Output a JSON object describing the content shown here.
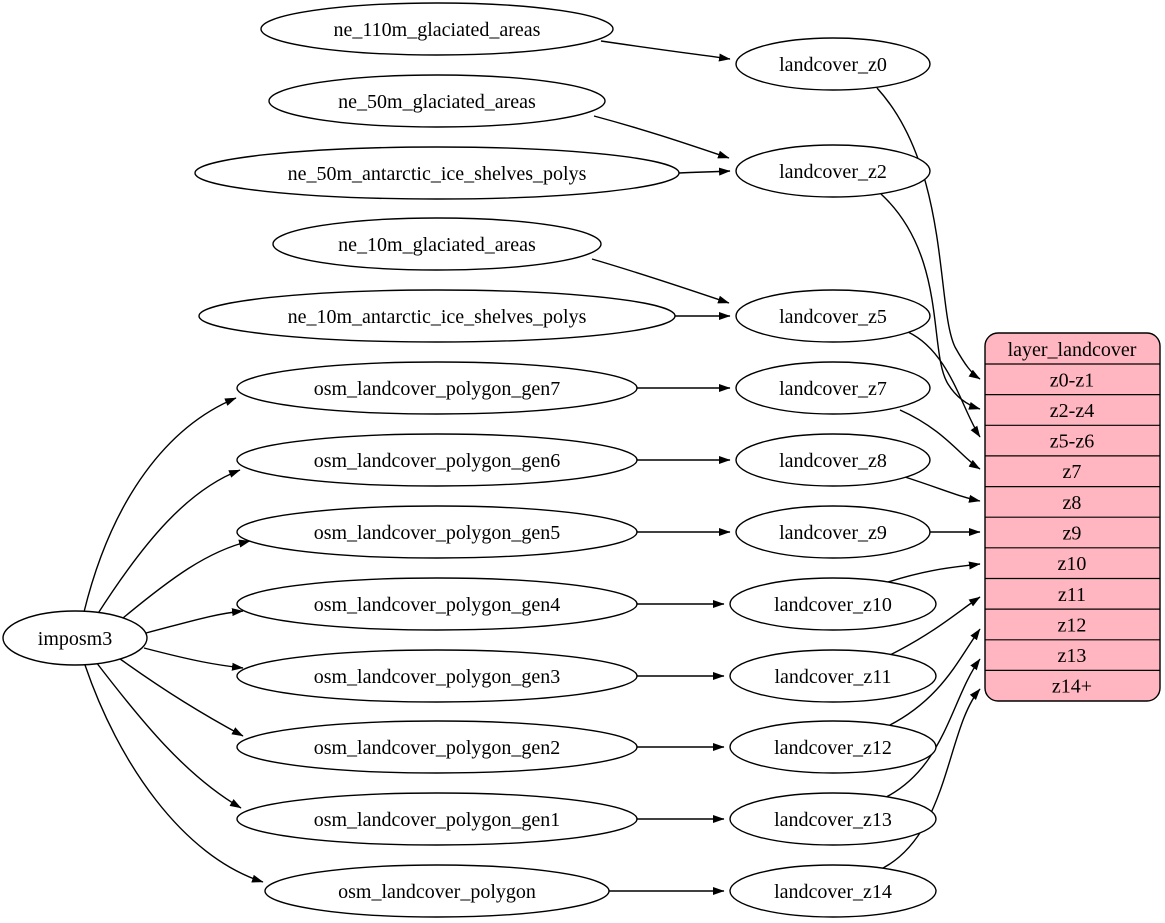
{
  "graph": {
    "importer": "imposm3",
    "source_tables": [
      "ne_110m_glaciated_areas",
      "ne_50m_glaciated_areas",
      "ne_50m_antarctic_ice_shelves_polys",
      "ne_10m_glaciated_areas",
      "ne_10m_antarctic_ice_shelves_polys",
      "osm_landcover_polygon_gen7",
      "osm_landcover_polygon_gen6",
      "osm_landcover_polygon_gen5",
      "osm_landcover_polygon_gen4",
      "osm_landcover_polygon_gen3",
      "osm_landcover_polygon_gen2",
      "osm_landcover_polygon_gen1",
      "osm_landcover_polygon"
    ],
    "layer_views": [
      "landcover_z0",
      "landcover_z2",
      "landcover_z5",
      "landcover_z7",
      "landcover_z8",
      "landcover_z9",
      "landcover_z10",
      "landcover_z11",
      "landcover_z12",
      "landcover_z13",
      "landcover_z14"
    ],
    "table": {
      "title": "layer_landcover",
      "rows": [
        "z0-z1",
        "z2-z4",
        "z5-z6",
        "z7",
        "z8",
        "z9",
        "z10",
        "z11",
        "z12",
        "z13",
        "z14+"
      ],
      "fill": "#ffb6c1"
    },
    "colors": {
      "node_fill": "#ffffff",
      "edge": "#000000",
      "table_fill": "#ffb6c1",
      "background": "#ffffff"
    },
    "edges": [
      {
        "from": "imposm3",
        "to": "osm_landcover_polygon_gen7"
      },
      {
        "from": "imposm3",
        "to": "osm_landcover_polygon_gen6"
      },
      {
        "from": "imposm3",
        "to": "osm_landcover_polygon_gen5"
      },
      {
        "from": "imposm3",
        "to": "osm_landcover_polygon_gen4"
      },
      {
        "from": "imposm3",
        "to": "osm_landcover_polygon_gen3"
      },
      {
        "from": "imposm3",
        "to": "osm_landcover_polygon_gen2"
      },
      {
        "from": "imposm3",
        "to": "osm_landcover_polygon_gen1"
      },
      {
        "from": "imposm3",
        "to": "osm_landcover_polygon"
      },
      {
        "from": "ne_110m_glaciated_areas",
        "to": "landcover_z0"
      },
      {
        "from": "ne_50m_glaciated_areas",
        "to": "landcover_z2"
      },
      {
        "from": "ne_50m_antarctic_ice_shelves_polys",
        "to": "landcover_z2"
      },
      {
        "from": "ne_10m_glaciated_areas",
        "to": "landcover_z5"
      },
      {
        "from": "ne_10m_antarctic_ice_shelves_polys",
        "to": "landcover_z5"
      },
      {
        "from": "osm_landcover_polygon_gen7",
        "to": "landcover_z7"
      },
      {
        "from": "osm_landcover_polygon_gen6",
        "to": "landcover_z8"
      },
      {
        "from": "osm_landcover_polygon_gen5",
        "to": "landcover_z9"
      },
      {
        "from": "osm_landcover_polygon_gen4",
        "to": "landcover_z10"
      },
      {
        "from": "osm_landcover_polygon_gen3",
        "to": "landcover_z11"
      },
      {
        "from": "osm_landcover_polygon_gen2",
        "to": "landcover_z12"
      },
      {
        "from": "osm_landcover_polygon_gen1",
        "to": "landcover_z13"
      },
      {
        "from": "osm_landcover_polygon",
        "to": "landcover_z14"
      },
      {
        "from": "landcover_z0",
        "to": "layer_landcover.z0-z1"
      },
      {
        "from": "landcover_z2",
        "to": "layer_landcover.z2-z4"
      },
      {
        "from": "landcover_z5",
        "to": "layer_landcover.z5-z6"
      },
      {
        "from": "landcover_z7",
        "to": "layer_landcover.z7"
      },
      {
        "from": "landcover_z8",
        "to": "layer_landcover.z8"
      },
      {
        "from": "landcover_z9",
        "to": "layer_landcover.z9"
      },
      {
        "from": "landcover_z10",
        "to": "layer_landcover.z10"
      },
      {
        "from": "landcover_z11",
        "to": "layer_landcover.z11"
      },
      {
        "from": "landcover_z12",
        "to": "layer_landcover.z12"
      },
      {
        "from": "landcover_z13",
        "to": "layer_landcover.z13"
      },
      {
        "from": "landcover_z14",
        "to": "layer_landcover.z14+"
      }
    ]
  }
}
